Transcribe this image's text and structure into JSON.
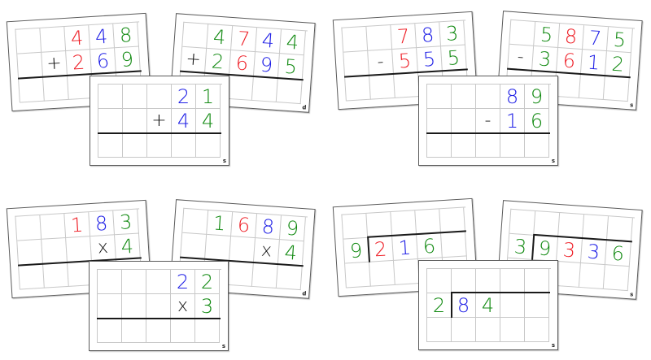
{
  "colors": {
    "red": "#ee1c24",
    "blue": "#2020e6",
    "green": "#128a12",
    "black": "#111111",
    "grid_line": "#c8c8c8",
    "card_border": "#5a5a5a"
  },
  "groups": [
    {
      "name": "addition",
      "cards": [
        {
          "position": "back-left",
          "label": "",
          "rows": [
            [
              "",
              "",
              "4",
              "4",
              "8"
            ],
            [
              "",
              "+",
              "2",
              "6",
              "9"
            ],
            [
              "",
              "",
              "",
              "",
              ""
            ]
          ],
          "colors": [
            [
              "",
              "",
              "red",
              "blue",
              "green"
            ],
            [
              "",
              "black",
              "red",
              "blue",
              "green"
            ],
            [
              "",
              "",
              "",
              "",
              ""
            ]
          ]
        },
        {
          "position": "back-right",
          "label": "d",
          "rows": [
            [
              "",
              "4",
              "7",
              "4",
              "4"
            ],
            [
              "+",
              "2",
              "6",
              "9",
              "5"
            ],
            [
              "",
              "",
              "",
              "",
              ""
            ]
          ],
          "colors": [
            [
              "",
              "green",
              "red",
              "blue",
              "green"
            ],
            [
              "black",
              "green",
              "red",
              "blue",
              "green"
            ],
            [
              "",
              "",
              "",
              "",
              ""
            ]
          ]
        },
        {
          "position": "front",
          "label": "s",
          "rows": [
            [
              "",
              "",
              "",
              "2",
              "1"
            ],
            [
              "",
              "",
              "+",
              "4",
              "4"
            ],
            [
              "",
              "",
              "",
              "",
              ""
            ]
          ],
          "colors": [
            [
              "",
              "",
              "",
              "blue",
              "green"
            ],
            [
              "",
              "",
              "black",
              "blue",
              "green"
            ],
            [
              "",
              "",
              "",
              "",
              ""
            ]
          ]
        }
      ]
    },
    {
      "name": "subtraction",
      "cards": [
        {
          "position": "back-left",
          "label": "",
          "rows": [
            [
              "",
              "",
              "7",
              "8",
              "3"
            ],
            [
              "",
              "-",
              "5",
              "5",
              "5"
            ],
            [
              "",
              "",
              "",
              "",
              ""
            ]
          ],
          "colors": [
            [
              "",
              "",
              "red",
              "blue",
              "green"
            ],
            [
              "",
              "black",
              "red",
              "blue",
              "green"
            ],
            [
              "",
              "",
              "",
              "",
              ""
            ]
          ]
        },
        {
          "position": "back-right",
          "label": "s",
          "rows": [
            [
              "",
              "5",
              "8",
              "7",
              "5"
            ],
            [
              "-",
              "3",
              "6",
              "1",
              "2"
            ],
            [
              "",
              "",
              "",
              "",
              ""
            ]
          ],
          "colors": [
            [
              "",
              "green",
              "red",
              "blue",
              "green"
            ],
            [
              "black",
              "green",
              "red",
              "blue",
              "green"
            ],
            [
              "",
              "",
              "",
              "",
              ""
            ]
          ]
        },
        {
          "position": "front",
          "label": "s",
          "rows": [
            [
              "",
              "",
              "",
              "8",
              "9"
            ],
            [
              "",
              "",
              "-",
              "1",
              "6"
            ],
            [
              "",
              "",
              "",
              "",
              ""
            ]
          ],
          "colors": [
            [
              "",
              "",
              "",
              "blue",
              "green"
            ],
            [
              "",
              "",
              "black",
              "blue",
              "green"
            ],
            [
              "",
              "",
              "",
              "",
              ""
            ]
          ]
        }
      ]
    },
    {
      "name": "multiplication",
      "cards": [
        {
          "position": "back-left",
          "label": "",
          "rows": [
            [
              "",
              "",
              "1",
              "8",
              "3"
            ],
            [
              "",
              "",
              "",
              "x",
              "4"
            ],
            [
              "",
              "",
              "",
              "",
              ""
            ]
          ],
          "colors": [
            [
              "",
              "",
              "red",
              "blue",
              "green"
            ],
            [
              "",
              "",
              "",
              "black",
              "green"
            ],
            [
              "",
              "",
              "",
              "",
              ""
            ]
          ]
        },
        {
          "position": "back-right",
          "label": "d",
          "rows": [
            [
              "",
              "1",
              "6",
              "8",
              "9"
            ],
            [
              "",
              "",
              "",
              "x",
              "4"
            ],
            [
              "",
              "",
              "",
              "",
              ""
            ]
          ],
          "colors": [
            [
              "",
              "green",
              "red",
              "blue",
              "green"
            ],
            [
              "",
              "",
              "",
              "black",
              "green"
            ],
            [
              "",
              "",
              "",
              "",
              ""
            ]
          ]
        },
        {
          "position": "front",
          "label": "s",
          "rows": [
            [
              "",
              "",
              "",
              "2",
              "2"
            ],
            [
              "",
              "",
              "",
              "x",
              "3"
            ],
            [
              "",
              "",
              "",
              "",
              ""
            ]
          ],
          "colors": [
            [
              "",
              "",
              "",
              "blue",
              "green"
            ],
            [
              "",
              "",
              "",
              "black",
              "green"
            ],
            [
              "",
              "",
              "",
              "",
              ""
            ]
          ]
        }
      ]
    },
    {
      "name": "division",
      "cards": [
        {
          "position": "back-left",
          "label": "",
          "rows": [
            [
              "",
              "",
              "",
              "",
              ""
            ],
            [
              "9",
              "2",
              "1",
              "6",
              ""
            ],
            [
              "",
              "",
              "",
              "",
              ""
            ]
          ],
          "colors": [
            [
              "",
              "",
              "",
              "",
              ""
            ],
            [
              "green",
              "red",
              "blue",
              "green",
              ""
            ],
            [
              "",
              "",
              "",
              "",
              ""
            ]
          ]
        },
        {
          "position": "back-right",
          "label": "s",
          "rows": [
            [
              "",
              "",
              "",
              "",
              ""
            ],
            [
              "3",
              "9",
              "3",
              "3",
              "6"
            ],
            [
              "",
              "",
              "",
              "",
              ""
            ]
          ],
          "colors": [
            [
              "",
              "",
              "",
              "",
              ""
            ],
            [
              "green",
              "green",
              "red",
              "blue",
              "green"
            ],
            [
              "",
              "",
              "",
              "",
              ""
            ]
          ]
        },
        {
          "position": "front",
          "label": "s",
          "rows": [
            [
              "",
              "",
              "",
              "",
              ""
            ],
            [
              "2",
              "8",
              "4",
              "",
              ""
            ],
            [
              "",
              "",
              "",
              "",
              ""
            ]
          ],
          "colors": [
            [
              "",
              "",
              "",
              "",
              ""
            ],
            [
              "green",
              "blue",
              "green",
              "",
              ""
            ],
            [
              "",
              "",
              "",
              "",
              ""
            ]
          ]
        }
      ]
    }
  ]
}
